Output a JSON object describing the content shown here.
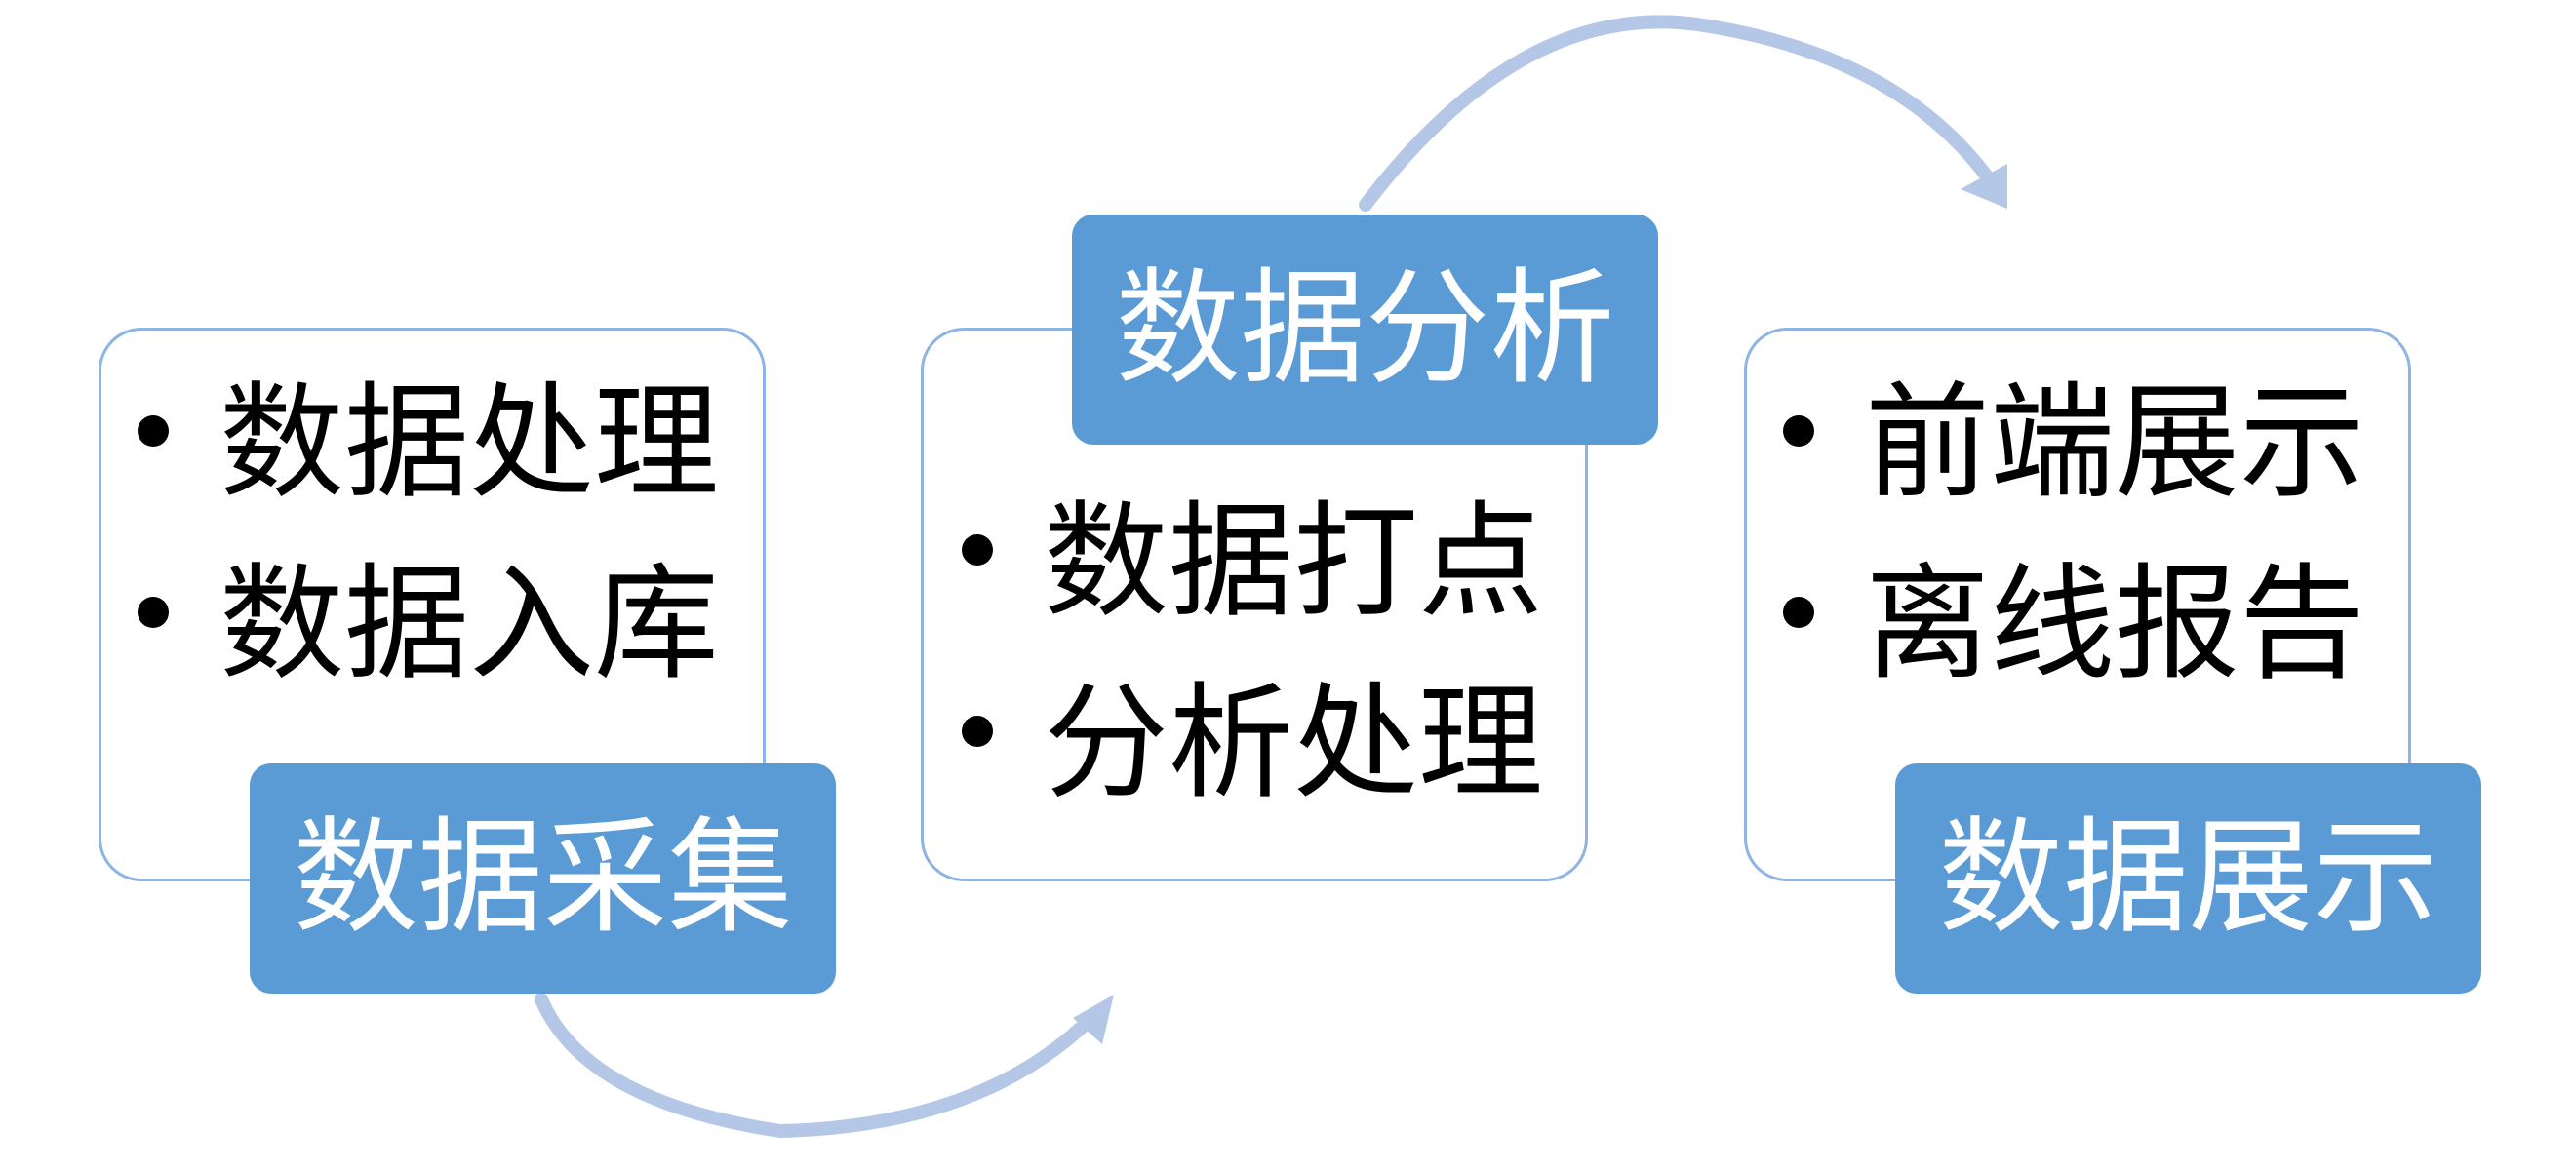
{
  "stages": [
    {
      "title": "数据采集",
      "items": [
        "数据处理",
        "数据入库"
      ]
    },
    {
      "title": "数据分析",
      "items": [
        "数据打点",
        "分析处理"
      ]
    },
    {
      "title": "数据展示",
      "items": [
        "前端展示",
        "离线报告"
      ]
    }
  ],
  "colors": {
    "tag_fill": "#5b9bd5",
    "box_border": "#8db4e2",
    "arrow": "#b4c7e7",
    "tag_text": "#ffffff",
    "body_text": "#000000"
  }
}
